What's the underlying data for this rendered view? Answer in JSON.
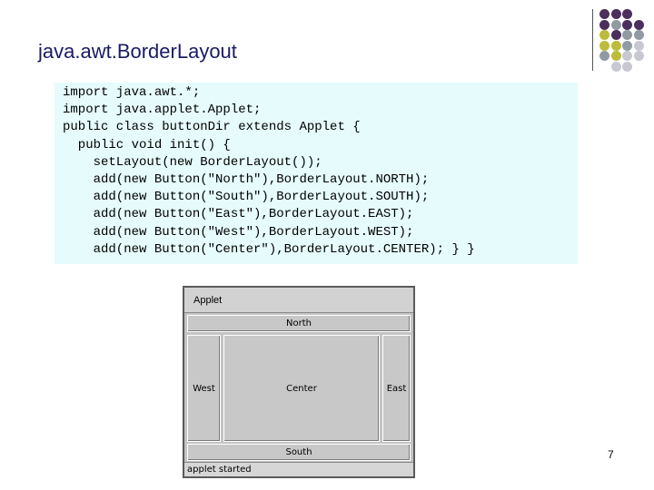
{
  "slide": {
    "title": "java.awt.BorderLayout",
    "page_number": "7"
  },
  "code": {
    "lines": [
      "import java.awt.*;",
      "import java.applet.Applet;",
      "public class buttonDir extends Applet {",
      "  public void init() {",
      "    setLayout(new BorderLayout());",
      "    add(new Button(\"North\"),BorderLayout.NORTH);",
      "    add(new Button(\"South\"),BorderLayout.SOUTH);",
      "    add(new Button(\"East\"),BorderLayout.EAST);",
      "    add(new Button(\"West\"),BorderLayout.WEST);",
      "    add(new Button(\"Center\"),BorderLayout.CENTER); } }"
    ]
  },
  "applet_window": {
    "title": "Applet",
    "buttons": {
      "north": "North",
      "south": "South",
      "east": "East",
      "west": "West",
      "center": "Center"
    },
    "status": "applet started"
  },
  "colors": {
    "purple": "#4b2f5c",
    "olive": "#bcbc3a",
    "gray": "#8f9aa3",
    "light": "#c8c8d2"
  }
}
